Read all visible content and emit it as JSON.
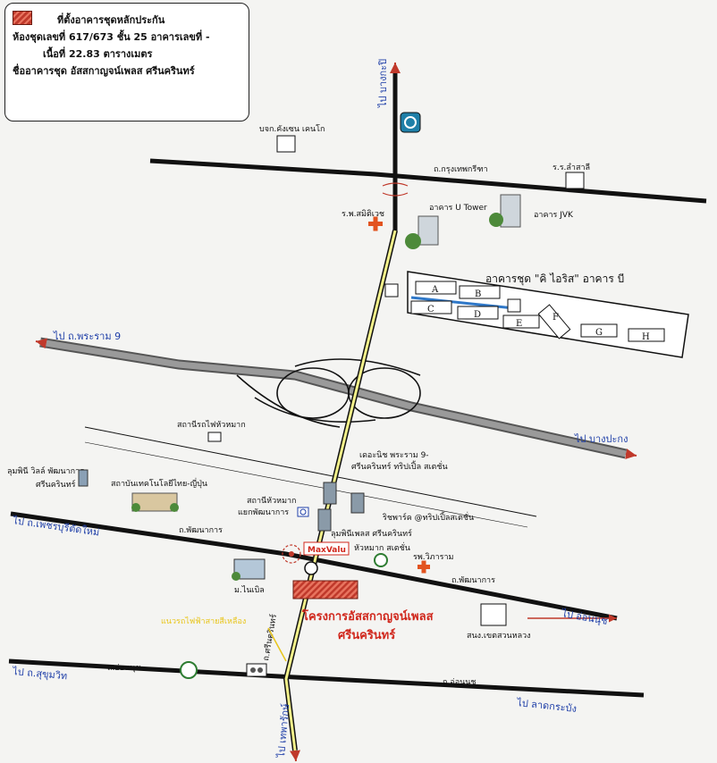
{
  "legend": {
    "line1": "ที่ตั้งอาคารชุดหลักประกัน",
    "line2": "ห้องชุดเลขที่ 617/673 ชั้น 25 อาคารเลขที่  -",
    "line3": "เนื้อที่ 22.83 ตารางเมตร",
    "line4": "ชื่ออาคารชุด อัสสกาญจน์เพลส ศรีนครินทร์",
    "swatch_color": "#c0392b"
  },
  "roads": {
    "krungthep_kreetha": "ถ.กรุงเทพกรีฑา",
    "phatthanakan_w": "ถ.พัฒนาการ",
    "phatthanakan_e": "ถ.พัฒนาการ",
    "srinakarin": "ถ.ศรีนครินทร์",
    "on_nut_w": "ถ.อ่อนนุช",
    "on_nut_e": "ถ.อ่อนนุช"
  },
  "directions": {
    "bang_kapi": "ไป บางกะปิ",
    "rama9": "ไป ถ.พระราม 9",
    "bang_pakong": "ไป บางปะกง",
    "phetchaburi": "ไป ถ.เพชรบุรีตัดใหม่",
    "on_nut": "ไป อ่อนนุช",
    "sukhumvit": "ไป ถ.สุขุมวิท",
    "lat_krabang": "ไป ลาดกระบัง",
    "thepharak": "ไป เทพารักษ์"
  },
  "places": {
    "bjk": "บจก.คังเซน เคนโก",
    "school": "ร.ร.ลำสาลี",
    "samitivej": "ร.พ.สมิติเวช",
    "u_tower": "อาคาร U Tower",
    "jvk": "อาคาร JVK",
    "iris": "อาคารชุด \"คิ ไอริส\" อาคาร บี",
    "hua_mak_rail": "สถานีรถไฟหัวหมาก",
    "lumpini_villa_1": "ลุมพินี วิลล์ พัฒนาการ-",
    "lumpini_villa_2": "ศรีนครินทร์",
    "tni": "สถาบันเทคโนโลยีไทย-ญี่ปุ่น",
    "niche_1": "เดอะนิช พระราม 9-",
    "niche_2": "ศรีนครินทร์ ทริปเปิ้ล สเตชั่น",
    "hua_mak_station": "สถานีหัวหมาก",
    "phatthanakan_junction": "แยกพัฒนาการ",
    "regent": "ริชพาร์ค @ทริปเปิ้ลสเตชั่น",
    "lumpini_place": "ลุมพินีเพลส ศรีนครินทร์",
    "hua_mak_sta2": "หัวหมาก สเตชั่น",
    "maxvalu": "MaxValu",
    "wiharam": "รพ.วิภาราม",
    "m_nabel": "ม.ไนเบิล",
    "district": "สนง.เขตสวนหลวง",
    "skytrain": "แนวรถไฟฟ้าสายสีเหลือง",
    "project_1": "โครงการอัสสกาญจน์เพลส",
    "project_2": "ศรีนครินทร์"
  },
  "iris_blocks": [
    "A",
    "B",
    "C",
    "D",
    "E",
    "F",
    "G",
    "H"
  ],
  "colors": {
    "road": "#111111",
    "expressway": "#7d7d7d",
    "skytrain": "#f2f08a",
    "direction_text": "#1f3fa8",
    "project": "#d0271c",
    "hospital": "#e2531f",
    "skytrain_label": "#e8c51a"
  }
}
